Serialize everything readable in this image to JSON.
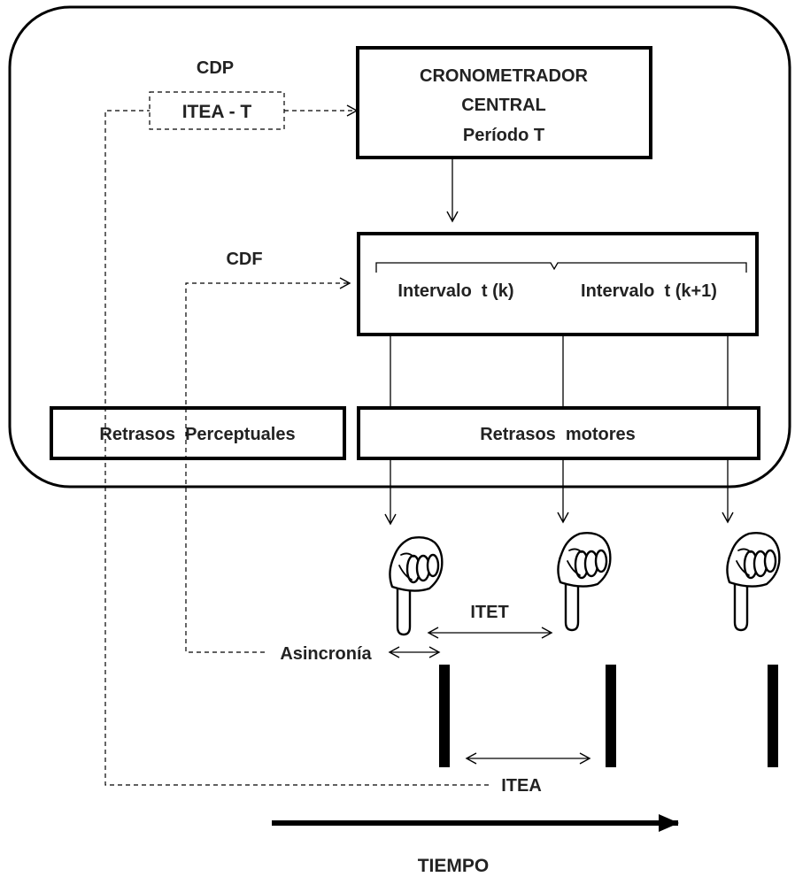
{
  "cdp": {
    "label": "CDP",
    "box": "ITEA - T"
  },
  "timekeeper": {
    "line1": "CRONOMETRADOR",
    "line2": "CENTRAL",
    "line3": "Período T"
  },
  "cdf": {
    "label": "CDF"
  },
  "intervals": {
    "first": "Intervalo  t (k)",
    "second": "Intervalo  t (k+1)"
  },
  "delays": {
    "perceptual": "Retrasos  Perceptuales",
    "motor": "Retrasos  motores"
  },
  "measures": {
    "itet": "ITET",
    "asynchrony": "Asincronía",
    "itea": "ITEA"
  },
  "time_axis": {
    "label": "TIEMPO"
  },
  "icons": {
    "finger": "pointing-hand-icon",
    "tap": "tap-event-bar"
  }
}
